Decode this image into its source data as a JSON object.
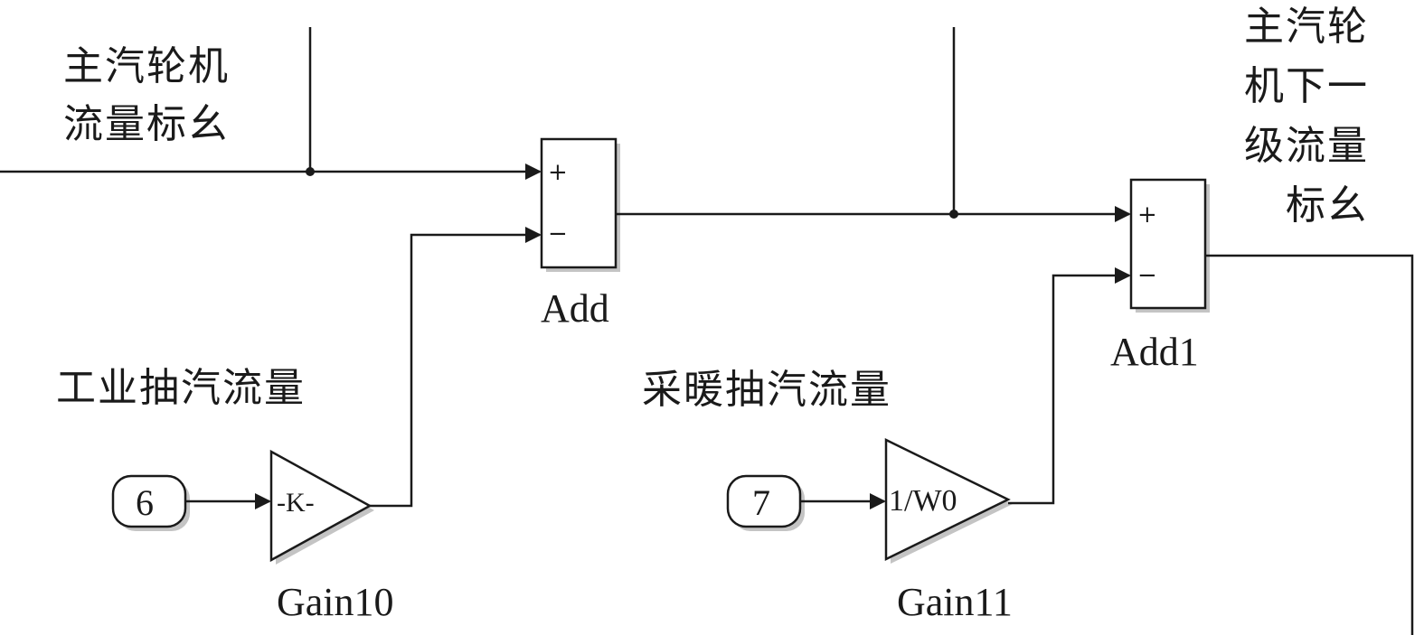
{
  "labels": {
    "main_flow_line1": "主汽轮机",
    "main_flow_line2": "流量标幺",
    "next_stage_line1": "主汽轮",
    "next_stage_line2": "机下一",
    "next_stage_line3": "级流量",
    "next_stage_line4": "标幺",
    "industrial_extraction": "工业抽汽流量",
    "heating_extraction": "采暖抽汽流量"
  },
  "blocks": {
    "add": {
      "name": "Add",
      "sign_plus": "+",
      "sign_minus": "−"
    },
    "add1": {
      "name": "Add1",
      "sign_plus": "+",
      "sign_minus": "−"
    },
    "gain10": {
      "name": "Gain10",
      "value": "-K-"
    },
    "gain11": {
      "name": "Gain11",
      "value": "1/W0"
    },
    "inport6": {
      "number": "6"
    },
    "inport7": {
      "number": "7"
    }
  },
  "colors": {
    "line": "#1a1a1a",
    "block_shadow": "#bdbdbd",
    "background": "#ffffff"
  }
}
